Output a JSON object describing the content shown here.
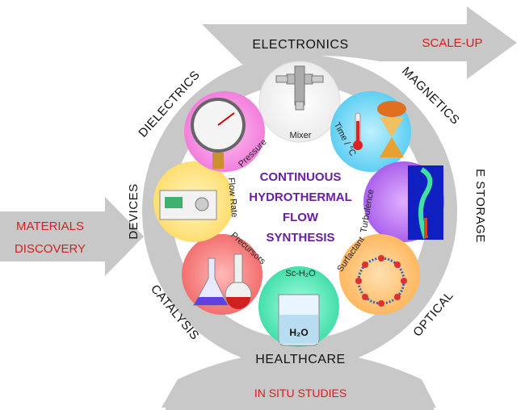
{
  "left_arrow_label": [
    "Materials",
    "Discovery"
  ],
  "top_arrow_label": "Scale-up",
  "bottom_label": "In Situ studies",
  "ring_labels": {
    "electronics": "Electronics",
    "magnetics": "Magnetics",
    "e_storage": "E Storage",
    "optical": "Optical",
    "healthcare": "Healthcare",
    "catalysis": "Catalysis",
    "devices": "Devices",
    "dielectrics": "Dielectrics"
  },
  "petal_labels": {
    "mixer": "Mixer",
    "time_temp": "Time / °C",
    "turbulence": "Turbulence",
    "surfactant": "Surfactant",
    "sc_h2o": "Sc-H₂O",
    "precursors": "Precursors",
    "flow_rate": "Flow Rate",
    "pressure": "Pressure"
  },
  "center_title": [
    "CONTINUOUS",
    "HYDROTHERMAL",
    "FLOW",
    "SYNTHESIS"
  ],
  "beaker_label": "H₂O",
  "colors": {
    "ring": "#c8c8c8",
    "accent_red": "#d32020",
    "center_text": "#6a1fa0"
  }
}
